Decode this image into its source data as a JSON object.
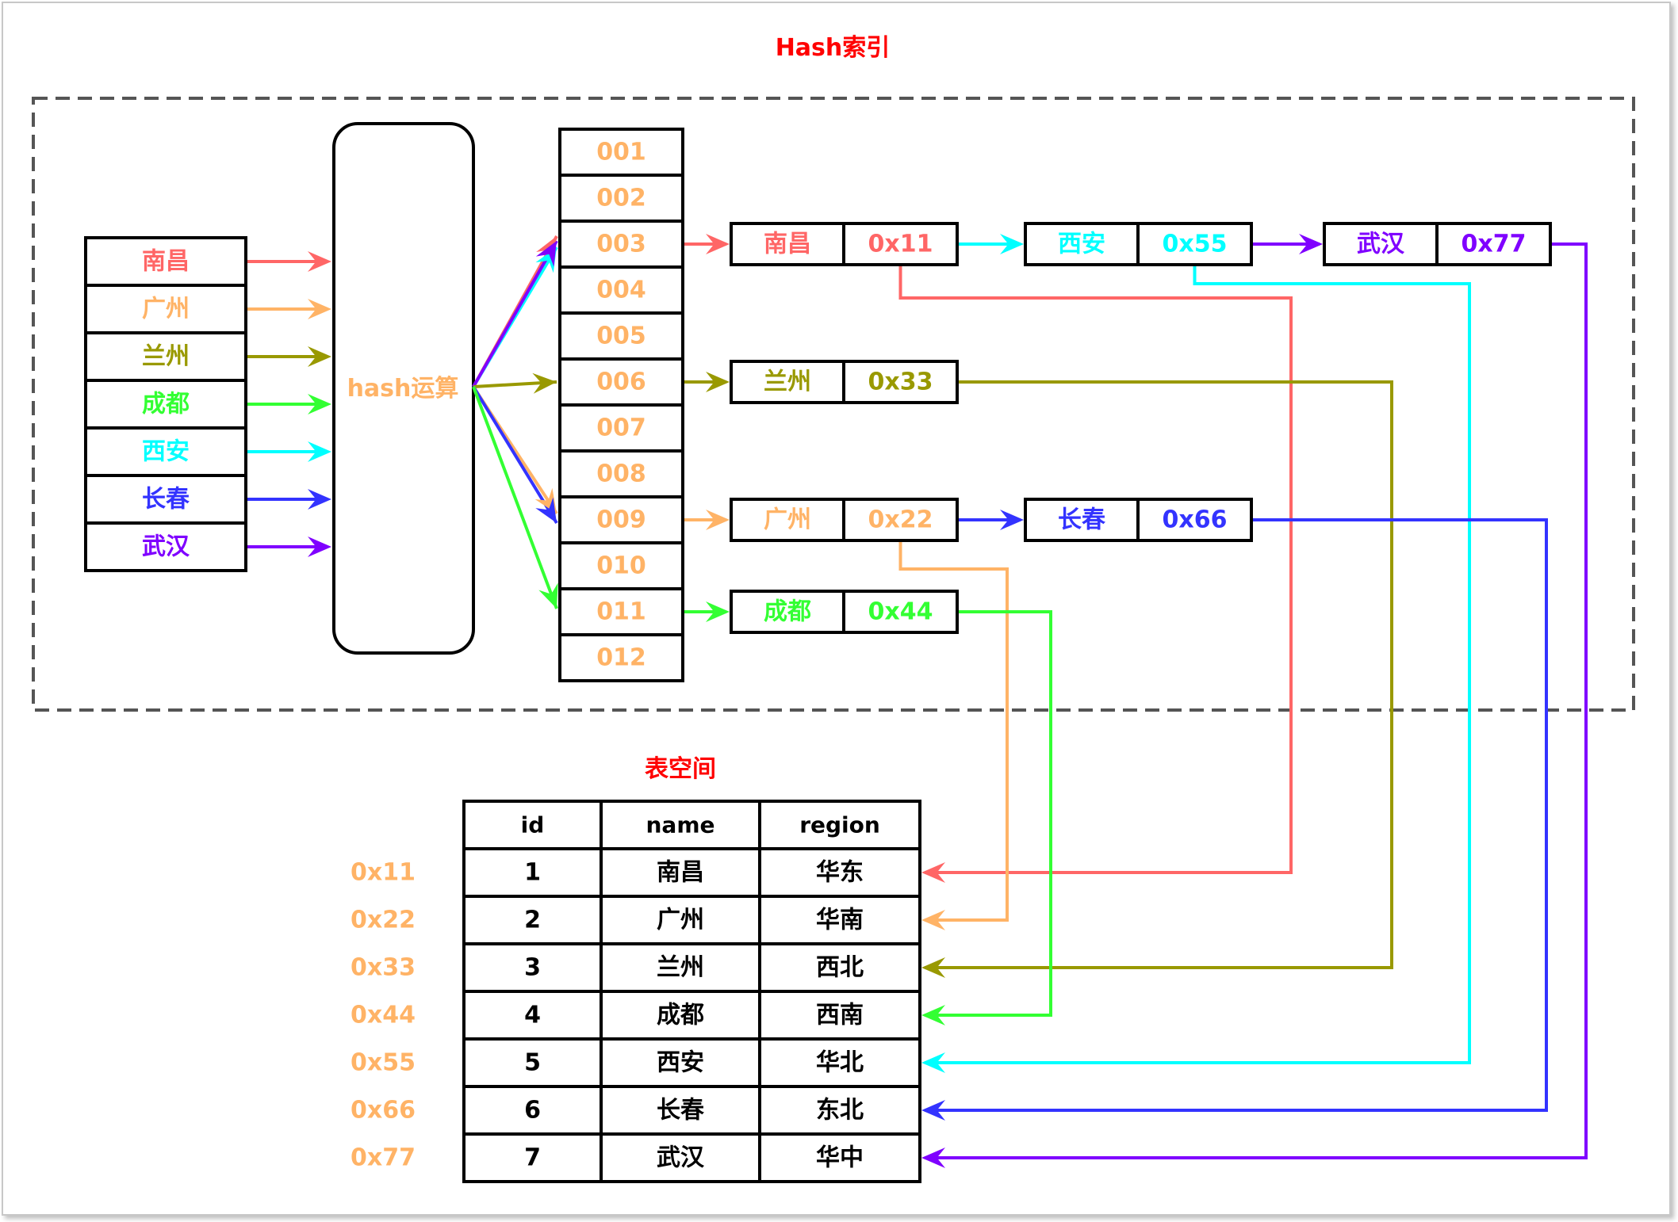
{
  "title": "Hash索引",
  "colors": {
    "nanchang": "#ff6666",
    "guangzhou": "#ffb366",
    "lanzhou": "#999900",
    "chengdu": "#33ff33",
    "xian": "#00ffff",
    "changchun": "#3333ff",
    "wuhan": "#7f00ff",
    "bucket_text": "#ffb366",
    "title": "#ff0000"
  },
  "keys": [
    {
      "label": "南昌",
      "color": "#ff6666"
    },
    {
      "label": "广州",
      "color": "#ffb366"
    },
    {
      "label": "兰州",
      "color": "#999900"
    },
    {
      "label": "成都",
      "color": "#33ff33"
    },
    {
      "label": "西安",
      "color": "#00ffff"
    },
    {
      "label": "长春",
      "color": "#3333ff"
    },
    {
      "label": "武汉",
      "color": "#7f00ff"
    }
  ],
  "hash_box": {
    "label": "hash运算"
  },
  "buckets": [
    "001",
    "002",
    "003",
    "004",
    "005",
    "006",
    "007",
    "008",
    "009",
    "010",
    "011",
    "012"
  ],
  "chain_nodes": [
    {
      "key": "南昌",
      "addr": "0x11",
      "color": "#ff6666"
    },
    {
      "key": "西安",
      "addr": "0x55",
      "color": "#00ffff"
    },
    {
      "key": "武汉",
      "addr": "0x77",
      "color": "#7f00ff"
    },
    {
      "key": "兰州",
      "addr": "0x33",
      "color": "#999900"
    },
    {
      "key": "广州",
      "addr": "0x22",
      "color": "#ffb366"
    },
    {
      "key": "长春",
      "addr": "0x66",
      "color": "#3333ff"
    },
    {
      "key": "成都",
      "addr": "0x44",
      "color": "#33ff33"
    }
  ],
  "table": {
    "title": "表空间",
    "headers": [
      "id",
      "name",
      "region"
    ],
    "rows": [
      {
        "addr": "0x11",
        "id": "1",
        "name": "南昌",
        "region": "华东"
      },
      {
        "addr": "0x22",
        "id": "2",
        "name": "广州",
        "region": "华南"
      },
      {
        "addr": "0x33",
        "id": "3",
        "name": "兰州",
        "region": "西北"
      },
      {
        "addr": "0x44",
        "id": "4",
        "name": "成都",
        "region": "西南"
      },
      {
        "addr": "0x55",
        "id": "5",
        "name": "西安",
        "region": "华北"
      },
      {
        "addr": "0x66",
        "id": "6",
        "name": "长春",
        "region": "东北"
      },
      {
        "addr": "0x77",
        "id": "7",
        "name": "武汉",
        "region": "华中"
      }
    ]
  }
}
